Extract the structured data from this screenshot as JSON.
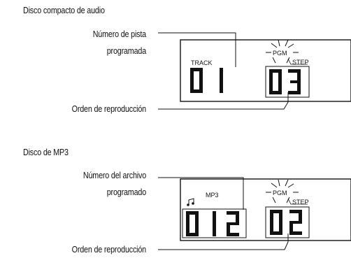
{
  "section_cd": {
    "title": "Disco compacto de audio",
    "label_track_line1": "Número de pista",
    "label_track_line2": "programada",
    "label_order": "Orden de reproducción",
    "display": {
      "track_label": "TRACK",
      "pgm_label": "PGM",
      "step_label": "STEP",
      "track_digits": "01",
      "step_digits": "03"
    }
  },
  "section_mp3": {
    "title": "Disco de MP3",
    "label_file_line1": "Número del archivo",
    "label_file_line2": "programado",
    "label_order": "Orden de reproducción",
    "display": {
      "mp3_label": "MP3",
      "note_icon": "music-note-icon",
      "pgm_label": "PGM",
      "step_label": "STEP",
      "file_digits": "012",
      "step_digits": "02"
    }
  }
}
